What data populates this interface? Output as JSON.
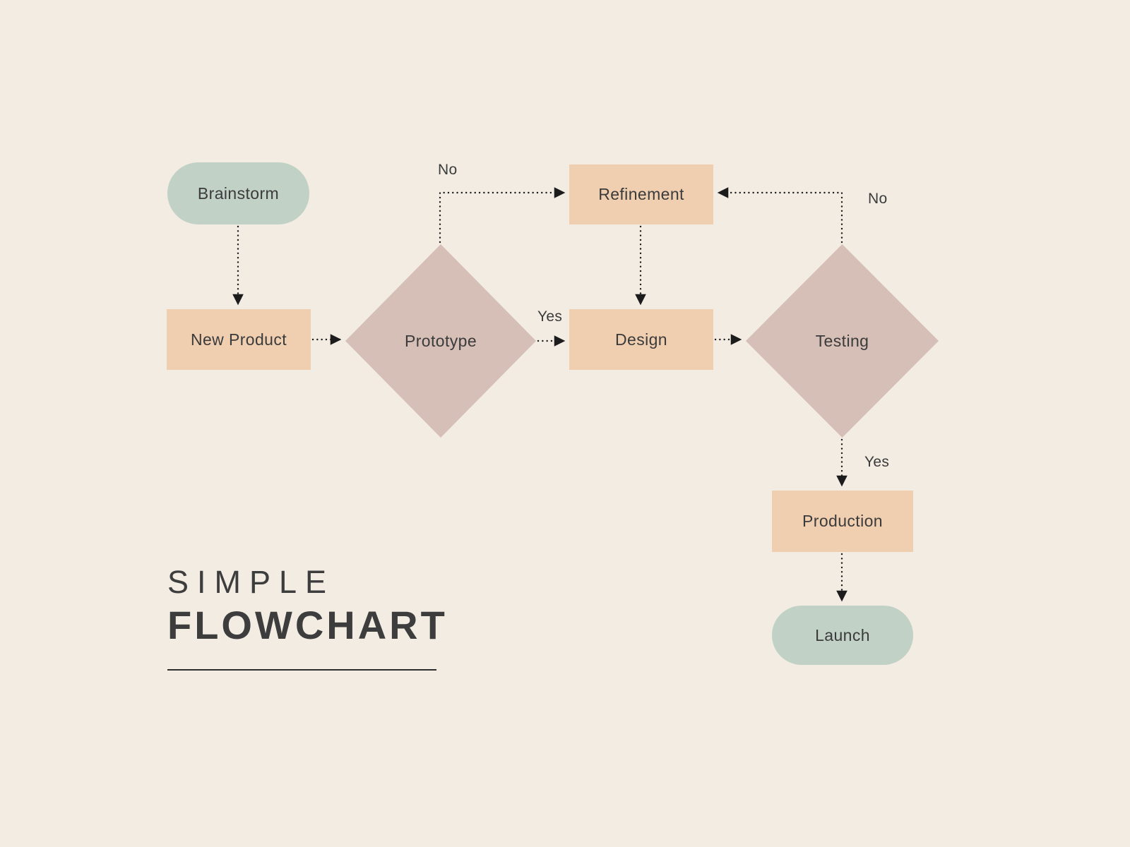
{
  "title": {
    "line1": "SIMPLE",
    "line2": "FLOWCHART"
  },
  "nodes": {
    "brainstorm": {
      "label": "Brainstorm"
    },
    "new_product": {
      "label": "New Product"
    },
    "prototype": {
      "label": "Prototype"
    },
    "refinement": {
      "label": "Refinement"
    },
    "design": {
      "label": "Design"
    },
    "testing": {
      "label": "Testing"
    },
    "production": {
      "label": "Production"
    },
    "launch": {
      "label": "Launch"
    }
  },
  "edges": [
    {
      "from": "Brainstorm",
      "to": "New Product",
      "label": ""
    },
    {
      "from": "New Product",
      "to": "Prototype",
      "label": ""
    },
    {
      "from": "Prototype",
      "to": "Refinement",
      "label": "No"
    },
    {
      "from": "Prototype",
      "to": "Design",
      "label": "Yes"
    },
    {
      "from": "Refinement",
      "to": "Design",
      "label": ""
    },
    {
      "from": "Design",
      "to": "Testing",
      "label": ""
    },
    {
      "from": "Testing",
      "to": "Refinement",
      "label": "No"
    },
    {
      "from": "Testing",
      "to": "Production",
      "label": "Yes"
    },
    {
      "from": "Production",
      "to": "Launch",
      "label": ""
    }
  ],
  "edge_labels": {
    "prototype_to_refinement": "No",
    "prototype_to_design": "Yes",
    "testing_to_refinement": "No",
    "testing_to_production": "Yes"
  },
  "colors": {
    "background": "#f2ece3",
    "terminal": "#c2d1c5",
    "process": "#f0cfb1",
    "decision": "#d5bfb6",
    "text": "#3b3b3b",
    "title": "#3d3d3d",
    "line": "#1c1c1c"
  }
}
